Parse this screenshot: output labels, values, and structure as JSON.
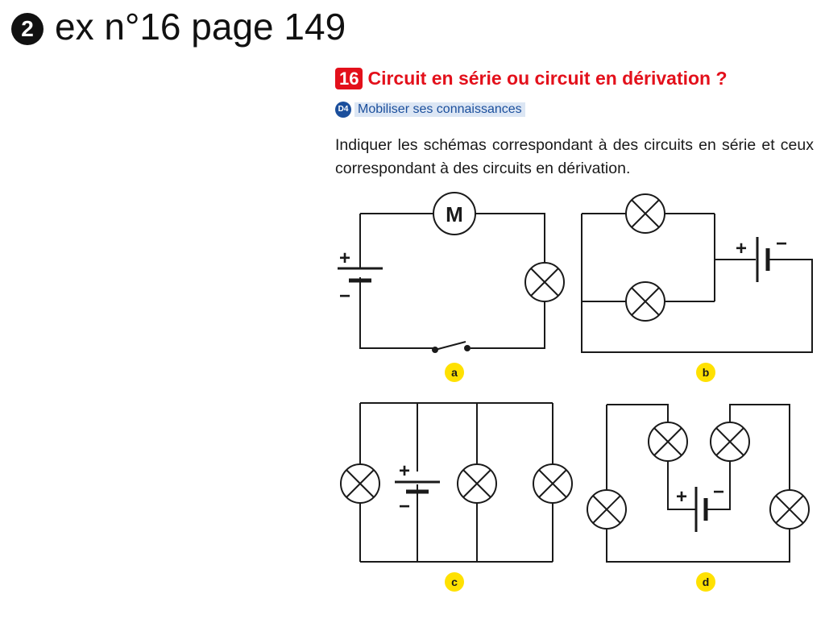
{
  "slide": {
    "bullet": "2",
    "title": "ex n°16 page 149"
  },
  "exercise": {
    "number": "16",
    "title": "Circuit en série ou circuit en dérivation ?",
    "skill_code": "D4",
    "skill_label": "Mobiliser ses connaissances",
    "instruction": "Indiquer les schémas correspondant à des circuits en série et ceux correspondant à des circuits en dérivation."
  },
  "diagram": {
    "motor_symbol": "M",
    "battery_plus": "+",
    "battery_minus": "−",
    "labels": [
      "a",
      "b",
      "c",
      "d"
    ],
    "colors": {
      "accent_red": "#e3101b",
      "label_yellow": "#ffe100",
      "skill_blue": "#1b4f9c"
    }
  }
}
